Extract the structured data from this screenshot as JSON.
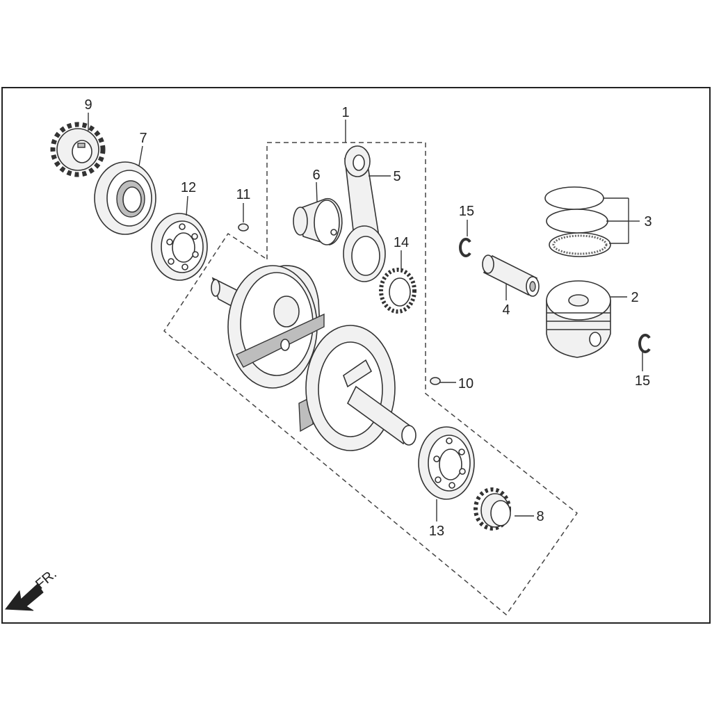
{
  "direction_label": "FR.",
  "parts": [
    {
      "id": "crankshaft-assembly",
      "number": "1"
    },
    {
      "id": "piston",
      "number": "2"
    },
    {
      "id": "piston-ring-set",
      "number": "3"
    },
    {
      "id": "piston-pin",
      "number": "4"
    },
    {
      "id": "connecting-rod",
      "number": "5"
    },
    {
      "id": "crankpin",
      "number": "6"
    },
    {
      "id": "oil-seal",
      "number": "7"
    },
    {
      "id": "timing-sprocket",
      "number": "8"
    },
    {
      "id": "drive-gear",
      "number": "9"
    },
    {
      "id": "woodruff-key-right",
      "number": "10"
    },
    {
      "id": "woodruff-key-left",
      "number": "11"
    },
    {
      "id": "bearing-left",
      "number": "12"
    },
    {
      "id": "bearing-right",
      "number": "13"
    },
    {
      "id": "needle-bearing",
      "number": "14"
    },
    {
      "id": "circlip-upper",
      "number": "15"
    },
    {
      "id": "circlip-lower",
      "number": "15"
    }
  ]
}
